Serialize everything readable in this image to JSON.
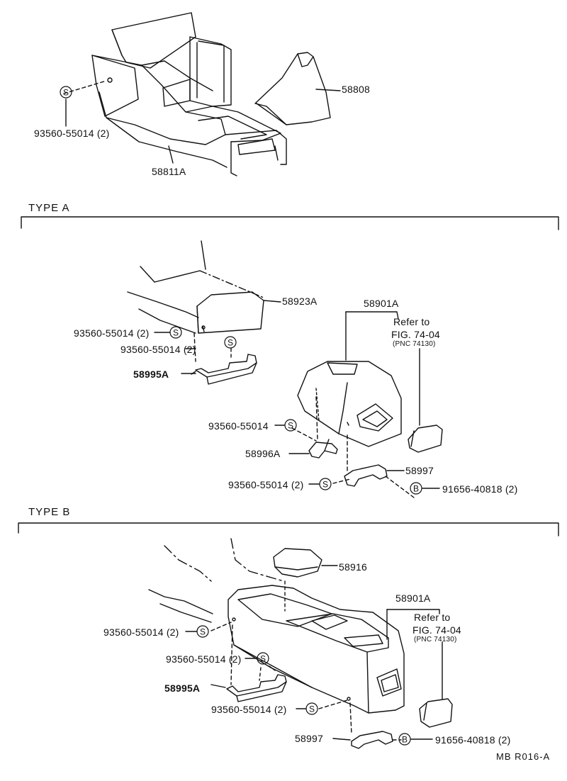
{
  "sections": {
    "type_a": "TYPE A",
    "type_b": "TYPE B"
  },
  "top": {
    "screw_ref": "93560-55014 (2)",
    "console": "58811A",
    "boot": "58808"
  },
  "type_a": {
    "armrest": "58923A",
    "screw_armrest": "93560-55014 (2)",
    "screw_bracket": "93560-55014 (2)",
    "bracket_rear": "58995A",
    "box": "58901A",
    "refer_to": "Refer to",
    "fig": "FIG. 74-04",
    "pnc": "(PNC 74130)",
    "screw_single": "93560-55014",
    "bracket_left": "58996A",
    "bracket_right": "58997",
    "screw_lower": "93560-55014 (2)",
    "bolt": "91656-40818 (2)"
  },
  "type_b": {
    "lid": "58916",
    "box": "58901A",
    "refer_to": "Refer to",
    "fig": "FIG. 74-04",
    "pnc": "(PNC 74130)",
    "screw_front": "93560-55014 (2)",
    "screw_bracket": "93560-55014 (2)",
    "bracket_front": "58995A",
    "screw_rear": "93560-55014 (2)",
    "bracket_rear": "58997",
    "bolt": "91656-40818 (2)"
  },
  "footer": {
    "code": "MB  R016-A"
  },
  "symbols": {
    "screw": "S",
    "bolt": "B"
  }
}
